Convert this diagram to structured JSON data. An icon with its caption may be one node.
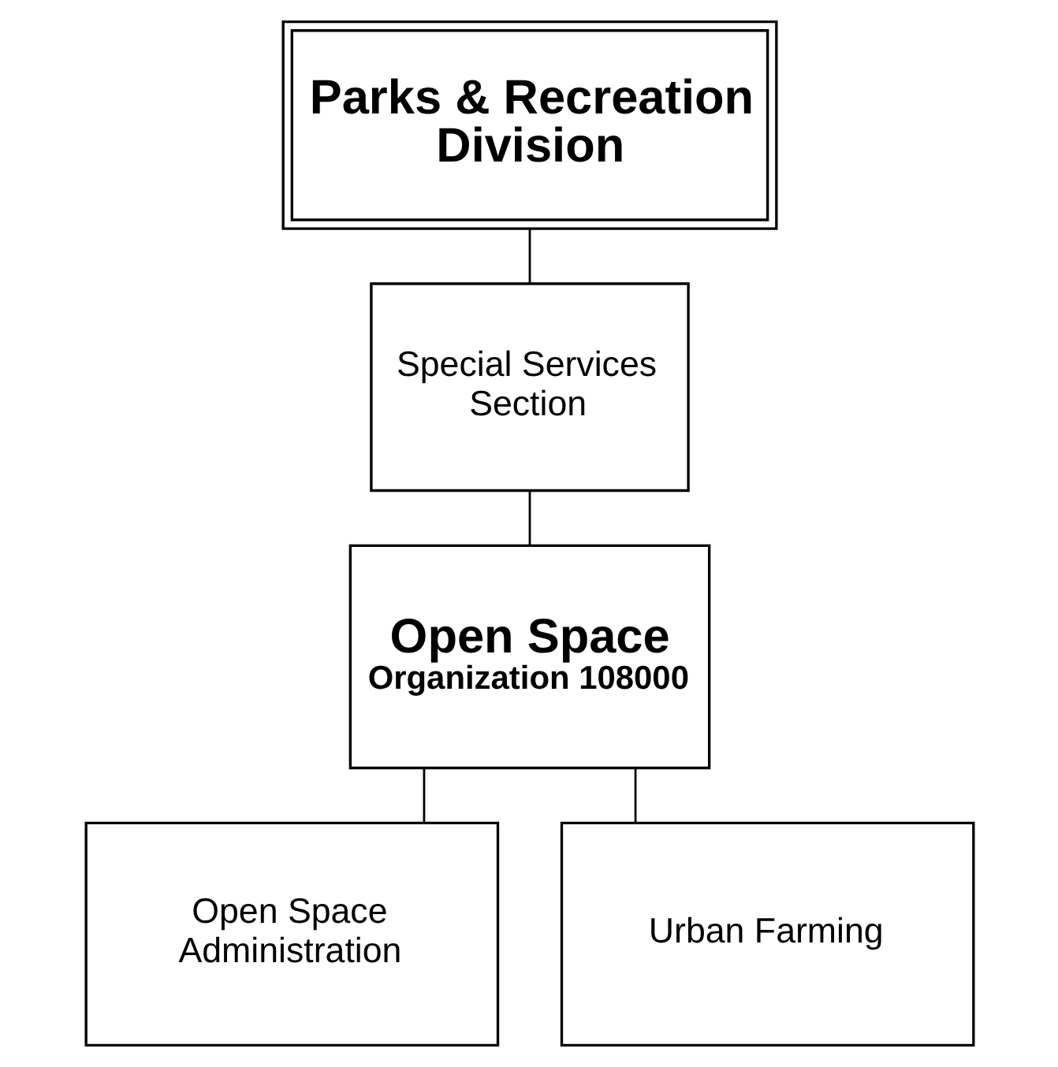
{
  "diagram": {
    "nodes": [
      {
        "text": [
          "Parks & Recreation Division"
        ]
      },
      {
        "text": [
          "Special Services Section"
        ]
      },
      {
        "text": [
          "Open Space",
          "Organization 108000"
        ]
      },
      {
        "text": [
          "Open Space Administration"
        ]
      },
      {
        "text": [
          "Urban Farming"
        ]
      }
    ],
    "edges": [
      {
        "from": 0,
        "to": 1,
        "arrow": "none"
      },
      {
        "from": 1,
        "to": 2,
        "arrow": "none"
      },
      {
        "from": 2,
        "to": 3,
        "arrow": "none"
      },
      {
        "from": 2,
        "to": 4,
        "arrow": "none"
      }
    ]
  }
}
